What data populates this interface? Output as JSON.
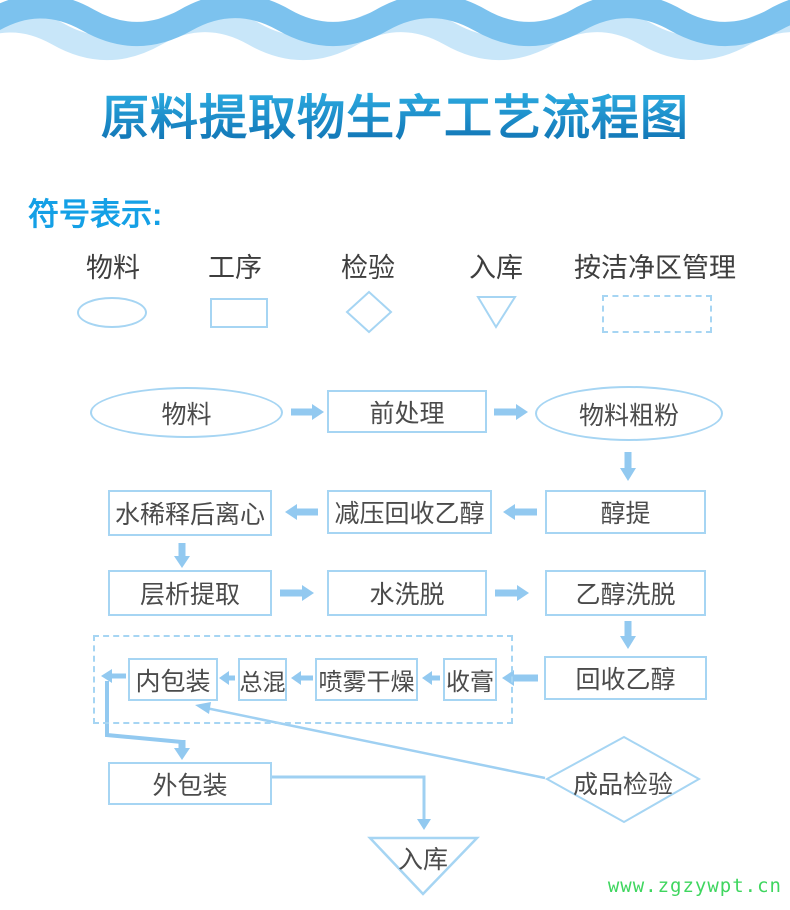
{
  "page": {
    "title": "原料提取物生产工艺流程图",
    "legend_title": "符号表示:",
    "watermark": "www.zgzywpt.cn"
  },
  "colors": {
    "shape_stroke": "#a6d5f3",
    "arrow": "#92c9f0",
    "title_gradient_top": "#2fb0e4",
    "title_gradient_bottom": "#0e6dad",
    "subtitle_blue": "#14a0e6",
    "wave_dark": "#7cc2ee",
    "wave_light": "#c8e6f9",
    "node_text": "#4b4b4b",
    "watermark_green": "#3fd65f"
  },
  "legend": {
    "items": [
      {
        "label": "物料",
        "shape": "ellipse"
      },
      {
        "label": "工序",
        "shape": "rect"
      },
      {
        "label": "检验",
        "shape": "diamond"
      },
      {
        "label": "入库",
        "shape": "triangle"
      },
      {
        "label": "按洁净区管理",
        "shape": "dashed-rect"
      }
    ]
  },
  "flowchart": {
    "nodes": {
      "material": "物料",
      "pretreatment": "前处理",
      "coarse_powder": "物料粗粉",
      "alcohol_extraction": "醇提",
      "vacuum_ethanol_recovery": "减压回收乙醇",
      "water_dilution_centrifuge": "水稀释后离心",
      "chromatography": "层析提取",
      "water_elution": "水洗脱",
      "ethanol_elution": "乙醇洗脱",
      "ethanol_recovery": "回收乙醇",
      "paste_collection": "收膏",
      "spray_drying": "喷雾干燥",
      "total_mixing": "总混",
      "inner_packaging": "内包装",
      "outer_packaging": "外包装",
      "finished_inspection": "成品检验",
      "warehousing": "入库"
    },
    "edges": [
      {
        "from": "物料",
        "to": "前处理"
      },
      {
        "from": "前处理",
        "to": "物料粗粉"
      },
      {
        "from": "物料粗粉",
        "to": "醇提"
      },
      {
        "from": "醇提",
        "to": "减压回收乙醇"
      },
      {
        "from": "减压回收乙醇",
        "to": "水稀释后离心"
      },
      {
        "from": "水稀释后离心",
        "to": "层析提取"
      },
      {
        "from": "层析提取",
        "to": "水洗脱"
      },
      {
        "from": "水洗脱",
        "to": "乙醇洗脱"
      },
      {
        "from": "乙醇洗脱",
        "to": "回收乙醇"
      },
      {
        "from": "回收乙醇",
        "to": "收膏"
      },
      {
        "from": "收膏",
        "to": "喷雾干燥"
      },
      {
        "from": "喷雾干燥",
        "to": "总混"
      },
      {
        "from": "总混",
        "to": "内包装"
      },
      {
        "from": "内包装",
        "to": "外包装"
      },
      {
        "from": "成品检验",
        "to": "内包装"
      },
      {
        "from": "外包装",
        "to": "入库"
      }
    ],
    "clean_zone_members": [
      "内包装",
      "总混",
      "喷雾干燥",
      "收膏"
    ]
  }
}
